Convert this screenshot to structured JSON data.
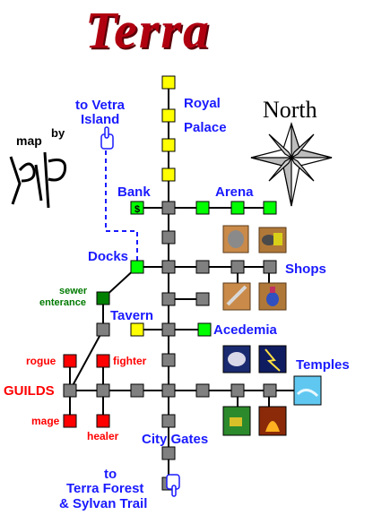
{
  "title": "Terra",
  "credit": {
    "map": "map",
    "by": "by",
    "initials": "RP"
  },
  "compass": {
    "label": "North"
  },
  "labels": {
    "vetra": "to Vetra",
    "island": "Island",
    "royal": "Royal",
    "palace": "Palace",
    "bank": "Bank",
    "bank_symbol": "$",
    "arena": "Arena",
    "docks": "Docks",
    "shops": "Shops",
    "sewer": "sewer",
    "enterance": "enterance",
    "tavern": "Tavern",
    "acedemia": "Acedemia",
    "temples": "Temples",
    "guilds": "GUILDS",
    "rogue": "rogue",
    "fighter": "fighter",
    "mage": "mage",
    "healer": "healer",
    "city_gates": "City Gates",
    "to": "to",
    "terra_forest": "Terra Forest",
    "sylvan_trail": "& Sylvan Trail"
  },
  "colors": {
    "street": "#808080",
    "palace": "#ffff00",
    "green_site": "#00ff00",
    "guild": "#ff0000",
    "sewer": "#008000",
    "label_blue": "#1a1aff",
    "label_red": "#ff0000",
    "label_green": "#007a00",
    "title": "#b00010"
  }
}
